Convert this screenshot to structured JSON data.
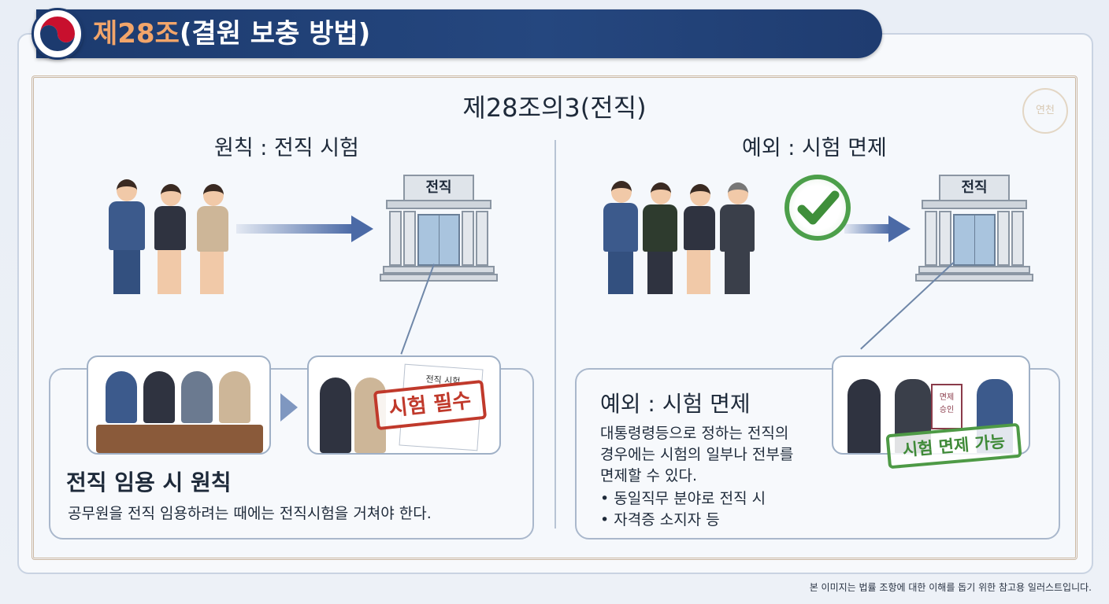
{
  "header": {
    "article": "제28조",
    "title_rest": "(결원 보충 방법)"
  },
  "main_title": "제28조의3(전직)",
  "seal_text": "연천",
  "left": {
    "heading": "원칙 : 전직 시험",
    "building_sign": "전직",
    "doc_title": "전직 시험",
    "stamp": "시험 필수",
    "panel_heading": "전직 임용 시 원칙",
    "panel_text": "공무원을 전직 임용하려는 때에는 전직시험을 거쳐야 한다."
  },
  "right": {
    "heading": "예외 : 시험 면제",
    "building_sign": "전직",
    "doc_label_1": "면제",
    "doc_label_2": "승인",
    "stamp": "시험 면제 가능",
    "panel_heading": "예외 :  시험 면제",
    "panel_lines": [
      "대통령령등으로 정하는 전직의",
      "경우에는 시험의 일부나 전부를",
      "면제할 수 있다."
    ],
    "bullets": [
      "• 동일직무 분야로 전직 시",
      "• 자격증 소지자 등"
    ]
  },
  "footnote": "본 이미지는 법률 조항에 대한 이해를 돕기 위한 참고용 일러스트입니다.",
  "colors": {
    "header_bg": "#1c3a6e",
    "article_accent": "#f2a56a",
    "stamp_red": "#c0392b",
    "stamp_green": "#4e9a46",
    "arrow": "#4b6aa6"
  },
  "icons": [
    "government-emblem-icon",
    "check-circle-icon",
    "building-icon",
    "arrow-right-icon"
  ]
}
